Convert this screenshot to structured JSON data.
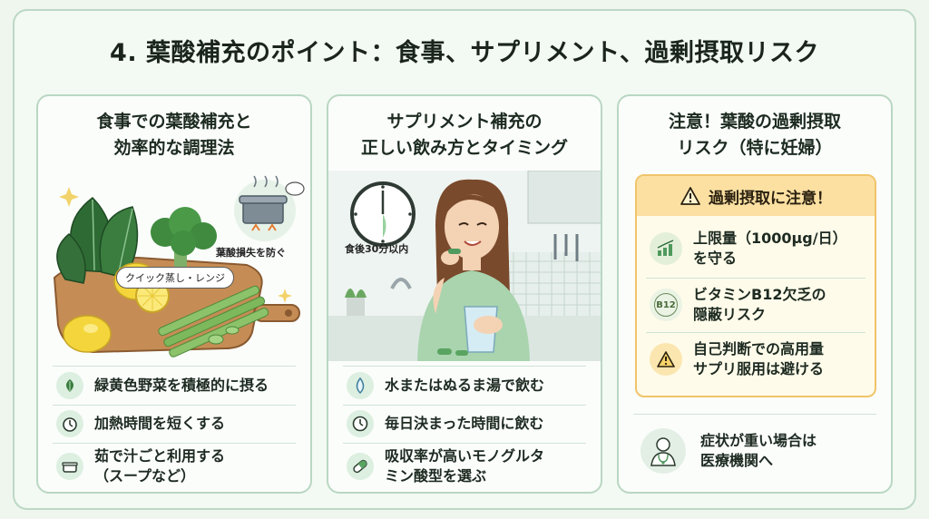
{
  "title": "4. 葉酸補充のポイント：食事、サプリメント、過剰摂取リスク",
  "panels": [
    {
      "title_lines": [
        "食事での葉酸補充と",
        "効率的な調理法"
      ],
      "bubble": "クイック蒸し・レンジ",
      "pot_caption": "葉酸損失を防ぐ",
      "items": [
        {
          "icon": "spinach-leaf-icon",
          "text": "緑黄色野菜を積極的に摂る"
        },
        {
          "icon": "timer-icon",
          "text": "加熱時間を短くする"
        },
        {
          "icon": "soup-pot-icon",
          "text_lines": [
            "茹で汁ごと利用する",
            "（スープなど）"
          ]
        }
      ]
    },
    {
      "title_lines": [
        "サプリメント補充の",
        "正しい飲み方とタイミング"
      ],
      "clock_caption": "食後30分以内",
      "items": [
        {
          "icon": "water-drop-icon",
          "text": "水またはぬるま湯で飲む"
        },
        {
          "icon": "clock-icon",
          "text": "毎日決まった時間に飲む"
        },
        {
          "icon": "capsule-icon",
          "text_lines": [
            "吸収率が高いモノグルタ",
            "ミン酸型を選ぶ"
          ]
        }
      ]
    },
    {
      "title_lines": [
        "注意！葉酸の過剰摂取",
        "リスク（特に妊婦）"
      ],
      "warning_header": "過剰摂取に注意！",
      "warning_items": [
        {
          "icon": "rising-chart-icon",
          "text_lines": [
            "上限量（1000μg/日）",
            "を守る"
          ]
        },
        {
          "icon": "b12-icon",
          "icon_label": "B12",
          "text_lines": [
            "ビタミンB12欠乏の",
            "隠蔽リスク"
          ]
        },
        {
          "icon": "warning-triangle-icon",
          "text_lines": [
            "自己判断での高用量",
            "サプリ服用は避ける"
          ]
        }
      ],
      "doctor_text_lines": [
        "症状が重い場合は",
        "医療機関へ"
      ]
    }
  ],
  "colors": {
    "panel_border": "#b9d7c2",
    "accent_green": "#4f9a5e",
    "warning_yellow": "#f0c46a",
    "warning_header": "#fbe0a2"
  }
}
